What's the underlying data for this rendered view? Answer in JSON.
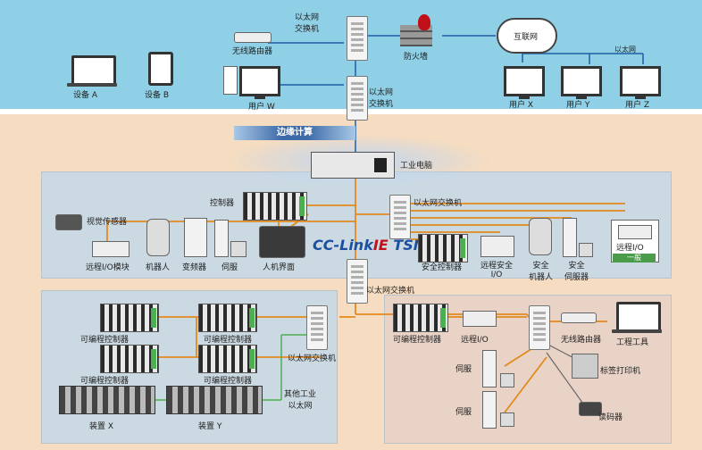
{
  "labels": {
    "eth_switch_top": "以太网\n交换机",
    "wireless_router_top": "无线路由器",
    "firewall": "防火墙",
    "internet": "互联网",
    "ethernet_small": "以太网",
    "device_a": "设备 A",
    "device_b": "设备 B",
    "user_w": "用户 W",
    "eth_switch_mid": "以太网\n交换机",
    "user_x": "用户 X",
    "user_y": "用户 Y",
    "user_z": "用户 Z",
    "edge_computing": "边缘计算",
    "industrial_pc": "工业电脑",
    "controller": "控制器",
    "eth_switch_right": "以太网交换机",
    "vision_sensor": "视觉传感器",
    "remote_io_module": "远程I/O模块",
    "robot": "机器人",
    "inverter": "变频器",
    "servo": "伺服",
    "hmi": "人机界面",
    "tsn_brand_main": "CC-Link",
    "tsn_brand_ie": "IE",
    "tsn_brand_tsn": " TSN",
    "safety_controller": "安全控制器",
    "remote_safety_io": "远程安全\nI/O",
    "safety_robot": "安全\n机器人",
    "safety_servo": "安全\n伺服器",
    "remote_io_right": "远程I/O",
    "general": "一般",
    "eth_switch_center": "以太网交换机",
    "plc_1": "可编程控制器",
    "plc_2": "可编程控制器",
    "plc_3": "可编程控制器",
    "plc_4": "可编程控制器",
    "eth_switch_left_bottom": "以太网交换机",
    "device_x": "装置 X",
    "device_y": "装置 Y",
    "other_industrial": "其他工业\n以太网",
    "plc_right": "可编程控制器",
    "remote_io_bottom": "远程I/O",
    "wireless_router_bottom": "无线路由器",
    "engineering_tool": "工程工具",
    "servo_b1": "伺服",
    "servo_b2": "伺服",
    "label_printer": "标签打印机",
    "code_reader": "读码器"
  },
  "colors": {
    "top_band": "#8fd0e6",
    "bottom_band": "#f6dcc0",
    "tsn_line": "#e38a1e",
    "office_line": "#1e5fa6",
    "other_line": "#4caf50",
    "accent_blue": "#1b4fa0",
    "accent_red": "#c0111a"
  }
}
